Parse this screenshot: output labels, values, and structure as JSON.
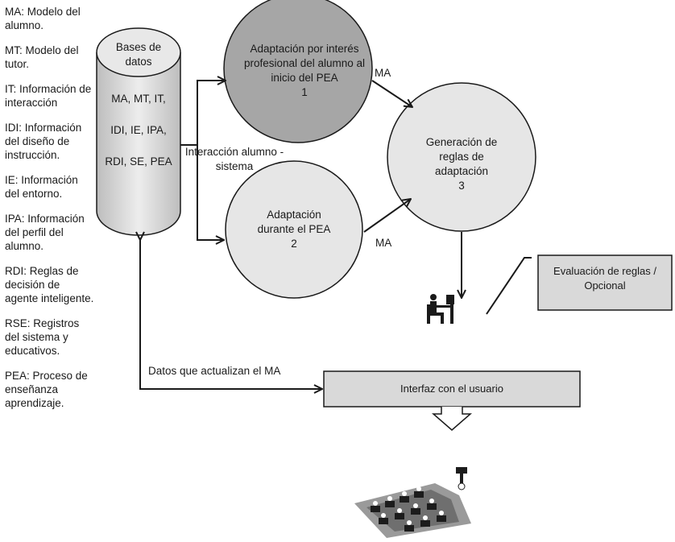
{
  "legend": [
    "MA: Modelo del alumno.",
    "MT: Modelo del tutor.",
    "IT: Información de interacción",
    "IDI: Información del diseño de instrucción.",
    "IE: Información del entorno.",
    "IPA: Información del perfil del alumno.",
    "RDI: Reglas de decisión de agente inteligente.",
    "RSE: Registros del sistema y educativos.",
    "PEA: Proceso de enseñanza aprendizaje."
  ],
  "database": {
    "title": "Bases de datos",
    "line1": "MA, MT, IT,",
    "line2": "IDI, IE, IPA,",
    "line3": "RDI, SE, PEA"
  },
  "nodes": {
    "adaptation_start": "Adaptación por interés profesional del alumno al inicio del PEA\n1",
    "adaptation_during": "Adaptación durante el PEA\n2",
    "rules_generation": "Generación de reglas de adaptación\n3"
  },
  "labels": {
    "ma_top": "MA",
    "ma_bottom": "MA",
    "interaction": "Interacción alumno - sistema",
    "update_data": "Datos que actualizan el MA"
  },
  "boxes": {
    "evaluation": "Evaluación de reglas / Opcional",
    "interface": "Interfaz con el usuario"
  },
  "colors": {
    "node_dark": "#a6a6a6",
    "node_light": "#e6e6e6",
    "box_fill": "#d9d9d9",
    "stroke": "#1a1a1a"
  }
}
